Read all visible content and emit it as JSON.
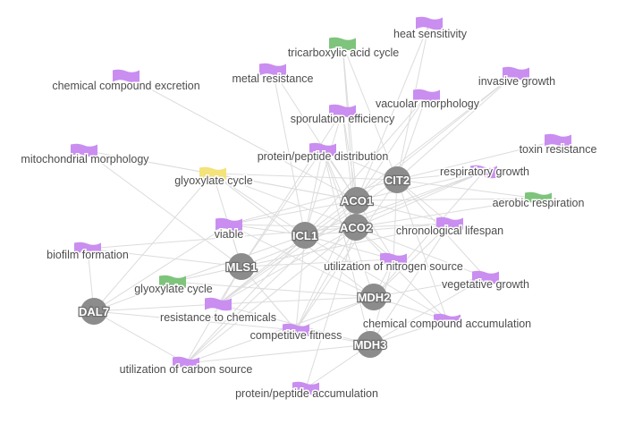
{
  "colors": {
    "phenotype": "#c98ef0",
    "process": "#7ec47c",
    "pathway": "#f4e27a",
    "gene": "#8c8c8c",
    "edge": "#dcdcdc"
  },
  "genes": [
    {
      "id": "CIT2",
      "label": "CIT2"
    },
    {
      "id": "ACO1",
      "label": "ACO1"
    },
    {
      "id": "ACO2",
      "label": "ACO2"
    },
    {
      "id": "ICL1",
      "label": "ICL1"
    },
    {
      "id": "MLS1",
      "label": "MLS1"
    },
    {
      "id": "MDH2",
      "label": "MDH2"
    },
    {
      "id": "MDH3",
      "label": "MDH3"
    },
    {
      "id": "DAL7",
      "label": "DAL7"
    }
  ],
  "terms": [
    {
      "id": "heat_sensitivity",
      "label": "heat sensitivity",
      "kind": "phenotype"
    },
    {
      "id": "tca_cycle",
      "label": "tricarboxylic acid cycle",
      "kind": "process"
    },
    {
      "id": "metal_resistance",
      "label": "metal resistance",
      "kind": "phenotype"
    },
    {
      "id": "chem_excretion",
      "label": "chemical compound excretion",
      "kind": "phenotype"
    },
    {
      "id": "invasive_growth",
      "label": "invasive growth",
      "kind": "phenotype"
    },
    {
      "id": "vacuolar_morph",
      "label": "vacuolar morphology",
      "kind": "phenotype"
    },
    {
      "id": "sporulation",
      "label": "sporulation efficiency",
      "kind": "phenotype"
    },
    {
      "id": "toxin_resistance",
      "label": "toxin resistance",
      "kind": "phenotype"
    },
    {
      "id": "protein_dist",
      "label": "protein/peptide distribution",
      "kind": "phenotype"
    },
    {
      "id": "mito_morph",
      "label": "mitochondrial morphology",
      "kind": "phenotype"
    },
    {
      "id": "respiratory_growth",
      "label": "respiratory growth",
      "kind": "phenotype"
    },
    {
      "id": "glyox_pathway",
      "label": "glyoxylate cycle",
      "kind": "pathway"
    },
    {
      "id": "aerobic_resp",
      "label": "aerobic respiration",
      "kind": "process"
    },
    {
      "id": "viable",
      "label": "viable",
      "kind": "phenotype"
    },
    {
      "id": "chrono_lifespan",
      "label": "chronological lifespan",
      "kind": "phenotype"
    },
    {
      "id": "biofilm",
      "label": "biofilm formation",
      "kind": "phenotype"
    },
    {
      "id": "nitrogen_util",
      "label": "utilization of nitrogen source",
      "kind": "phenotype"
    },
    {
      "id": "glyox_process",
      "label": "glyoxylate cycle",
      "kind": "process"
    },
    {
      "id": "vegetative_growth",
      "label": "vegetative growth",
      "kind": "phenotype"
    },
    {
      "id": "resist_chem",
      "label": "resistance to chemicals",
      "kind": "phenotype"
    },
    {
      "id": "chem_accum",
      "label": "chemical compound accumulation",
      "kind": "phenotype"
    },
    {
      "id": "comp_fitness",
      "label": "competitive fitness",
      "kind": "phenotype"
    },
    {
      "id": "carbon_util",
      "label": "utilization of carbon source",
      "kind": "phenotype"
    },
    {
      "id": "protein_accum",
      "label": "protein/peptide accumulation",
      "kind": "phenotype"
    }
  ],
  "edges": [
    [
      "CIT2",
      "heat_sensitivity"
    ],
    [
      "CIT2",
      "invasive_growth"
    ],
    [
      "CIT2",
      "vacuolar_morph"
    ],
    [
      "CIT2",
      "toxin_resistance"
    ],
    [
      "CIT2",
      "respiratory_growth"
    ],
    [
      "CIT2",
      "aerobic_resp"
    ],
    [
      "CIT2",
      "chrono_lifespan"
    ],
    [
      "CIT2",
      "tca_cycle"
    ],
    [
      "CIT2",
      "protein_dist"
    ],
    [
      "CIT2",
      "glyox_pathway"
    ],
    [
      "CIT2",
      "viable"
    ],
    [
      "CIT2",
      "vegetative_growth"
    ],
    [
      "CIT2",
      "nitrogen_util"
    ],
    [
      "CIT2",
      "chem_accum"
    ],
    [
      "CIT2",
      "resist_chem"
    ],
    [
      "CIT2",
      "comp_fitness"
    ],
    [
      "ACO1",
      "tca_cycle"
    ],
    [
      "ACO1",
      "metal_resistance"
    ],
    [
      "ACO1",
      "sporulation"
    ],
    [
      "ACO1",
      "protein_dist"
    ],
    [
      "ACO1",
      "vacuolar_morph"
    ],
    [
      "ACO1",
      "respiratory_growth"
    ],
    [
      "ACO1",
      "aerobic_resp"
    ],
    [
      "ACO1",
      "glyox_pathway"
    ],
    [
      "ACO1",
      "chem_excretion"
    ],
    [
      "ACO1",
      "mito_morph"
    ],
    [
      "ACO1",
      "viable"
    ],
    [
      "ACO1",
      "chrono_lifespan"
    ],
    [
      "ACO1",
      "nitrogen_util"
    ],
    [
      "ACO1",
      "resist_chem"
    ],
    [
      "ACO1",
      "comp_fitness"
    ],
    [
      "ACO1",
      "carbon_util"
    ],
    [
      "ACO1",
      "heat_sensitivity"
    ],
    [
      "ACO1",
      "invasive_growth"
    ],
    [
      "ACO2",
      "tca_cycle"
    ],
    [
      "ACO2",
      "sporulation"
    ],
    [
      "ACO2",
      "protein_dist"
    ],
    [
      "ACO2",
      "respiratory_growth"
    ],
    [
      "ACO2",
      "aerobic_resp"
    ],
    [
      "ACO2",
      "chrono_lifespan"
    ],
    [
      "ACO2",
      "glyox_pathway"
    ],
    [
      "ACO2",
      "viable"
    ],
    [
      "ACO2",
      "nitrogen_util"
    ],
    [
      "ACO2",
      "vegetative_growth"
    ],
    [
      "ACO2",
      "chem_accum"
    ],
    [
      "ACO2",
      "resist_chem"
    ],
    [
      "ACO2",
      "comp_fitness"
    ],
    [
      "ACO2",
      "carbon_util"
    ],
    [
      "ACO2",
      "protein_accum"
    ],
    [
      "ACO2",
      "biofilm"
    ],
    [
      "ICL1",
      "glyox_pathway"
    ],
    [
      "ICL1",
      "glyox_process"
    ],
    [
      "ICL1",
      "metal_resistance"
    ],
    [
      "ICL1",
      "sporulation"
    ],
    [
      "ICL1",
      "protein_dist"
    ],
    [
      "ICL1",
      "viable"
    ],
    [
      "ICL1",
      "chrono_lifespan"
    ],
    [
      "ICL1",
      "nitrogen_util"
    ],
    [
      "ICL1",
      "respiratory_growth"
    ],
    [
      "ICL1",
      "chem_accum"
    ],
    [
      "ICL1",
      "resist_chem"
    ],
    [
      "ICL1",
      "comp_fitness"
    ],
    [
      "ICL1",
      "carbon_util"
    ],
    [
      "ICL1",
      "vacuolar_morph"
    ],
    [
      "ICL1",
      "invasive_growth"
    ],
    [
      "MLS1",
      "glyox_pathway"
    ],
    [
      "MLS1",
      "glyox_process"
    ],
    [
      "MLS1",
      "viable"
    ],
    [
      "MLS1",
      "biofilm"
    ],
    [
      "MLS1",
      "chrono_lifespan"
    ],
    [
      "MLS1",
      "nitrogen_util"
    ],
    [
      "MLS1",
      "resist_chem"
    ],
    [
      "MLS1",
      "carbon_util"
    ],
    [
      "MLS1",
      "comp_fitness"
    ],
    [
      "MLS1",
      "protein_dist"
    ],
    [
      "MLS1",
      "respiratory_growth"
    ],
    [
      "MLS1",
      "sporulation"
    ],
    [
      "MLS1",
      "mito_morph"
    ],
    [
      "MDH2",
      "glyox_pathway"
    ],
    [
      "MDH2",
      "glyox_process"
    ],
    [
      "MDH2",
      "viable"
    ],
    [
      "MDH2",
      "nitrogen_util"
    ],
    [
      "MDH2",
      "chem_accum"
    ],
    [
      "MDH2",
      "vegetative_growth"
    ],
    [
      "MDH2",
      "resist_chem"
    ],
    [
      "MDH2",
      "comp_fitness"
    ],
    [
      "MDH2",
      "carbon_util"
    ],
    [
      "MDH2",
      "chrono_lifespan"
    ],
    [
      "MDH2",
      "protein_dist"
    ],
    [
      "MDH2",
      "respiratory_growth"
    ],
    [
      "MDH3",
      "protein_accum"
    ],
    [
      "MDH3",
      "comp_fitness"
    ],
    [
      "MDH3",
      "chem_accum"
    ],
    [
      "MDH3",
      "vegetative_growth"
    ],
    [
      "MDH3",
      "resist_chem"
    ],
    [
      "MDH3",
      "nitrogen_util"
    ],
    [
      "MDH3",
      "carbon_util"
    ],
    [
      "MDH3",
      "chrono_lifespan"
    ],
    [
      "MDH3",
      "protein_dist"
    ],
    [
      "DAL7",
      "glyox_process"
    ],
    [
      "DAL7",
      "glyox_pathway"
    ],
    [
      "DAL7",
      "resist_chem"
    ],
    [
      "DAL7",
      "biofilm"
    ],
    [
      "DAL7",
      "carbon_util"
    ],
    [
      "DAL7",
      "viable"
    ],
    [
      "DAL7",
      "comp_fitness"
    ]
  ]
}
